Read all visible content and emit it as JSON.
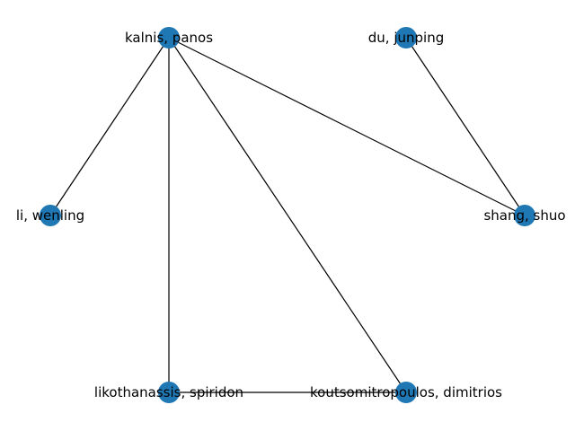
{
  "graph": {
    "node_color": "#1f77b4",
    "edge_color": "#000000",
    "nodes": [
      {
        "id": "kalnis",
        "label": "kalnis, panos"
      },
      {
        "id": "du",
        "label": "du, junping"
      },
      {
        "id": "li",
        "label": "li, wenling"
      },
      {
        "id": "shang",
        "label": "shang, shuo"
      },
      {
        "id": "likothanassis",
        "label": "likothanassis, spiridon"
      },
      {
        "id": "koutsomitropoulos",
        "label": "koutsomitropoulos, dimitrios"
      }
    ],
    "edges": [
      {
        "source": "kalnis",
        "target": "li"
      },
      {
        "source": "kalnis",
        "target": "shang"
      },
      {
        "source": "kalnis",
        "target": "likothanassis"
      },
      {
        "source": "kalnis",
        "target": "koutsomitropoulos"
      },
      {
        "source": "du",
        "target": "shang"
      },
      {
        "source": "likothanassis",
        "target": "koutsomitropoulos"
      }
    ]
  }
}
